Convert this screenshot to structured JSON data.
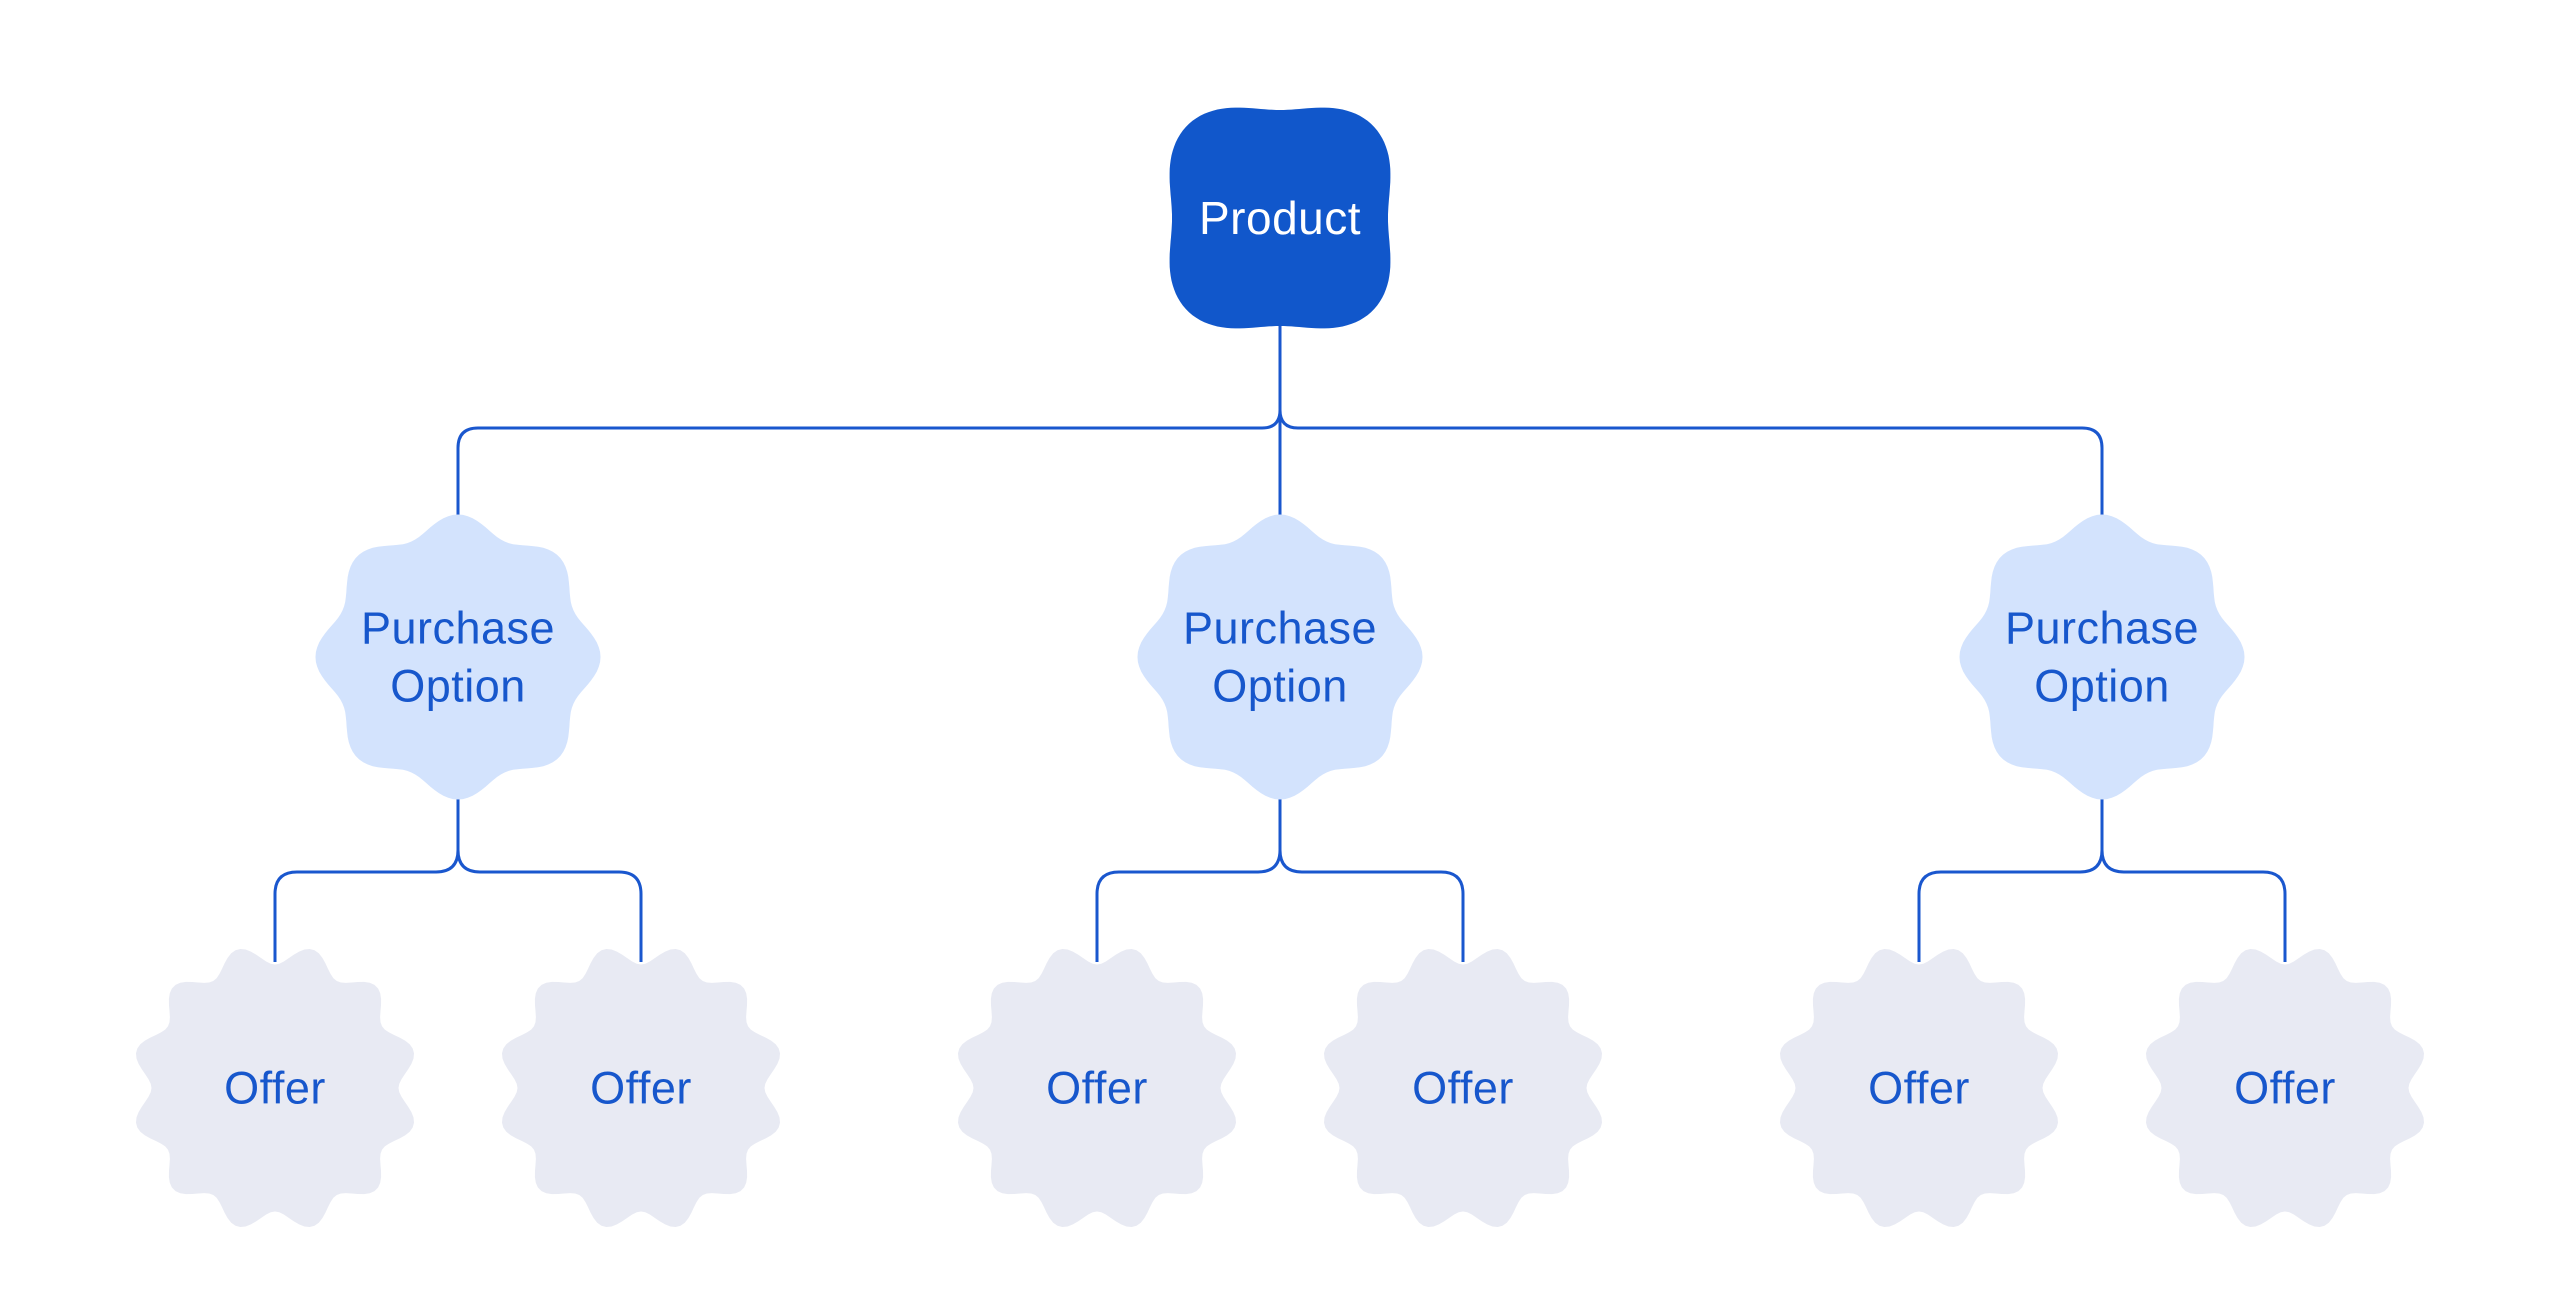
{
  "diagram": {
    "product": {
      "label": "Product"
    },
    "purchase_options": [
      {
        "line1": "Purchase",
        "line2": "Option"
      },
      {
        "line1": "Purchase",
        "line2": "Option"
      },
      {
        "line1": "Purchase",
        "line2": "Option"
      }
    ],
    "offers": [
      {
        "label": "Offer"
      },
      {
        "label": "Offer"
      },
      {
        "label": "Offer"
      },
      {
        "label": "Offer"
      },
      {
        "label": "Offer"
      },
      {
        "label": "Offer"
      }
    ],
    "colors": {
      "background": "#ffffff",
      "product_fill": "#1157cb",
      "product_text": "#ffffff",
      "purchase_fill": "#d3e3fd",
      "offer_fill": "#e8eaf3",
      "label_text": "#1757cc",
      "connector": "#1a57ce"
    }
  }
}
